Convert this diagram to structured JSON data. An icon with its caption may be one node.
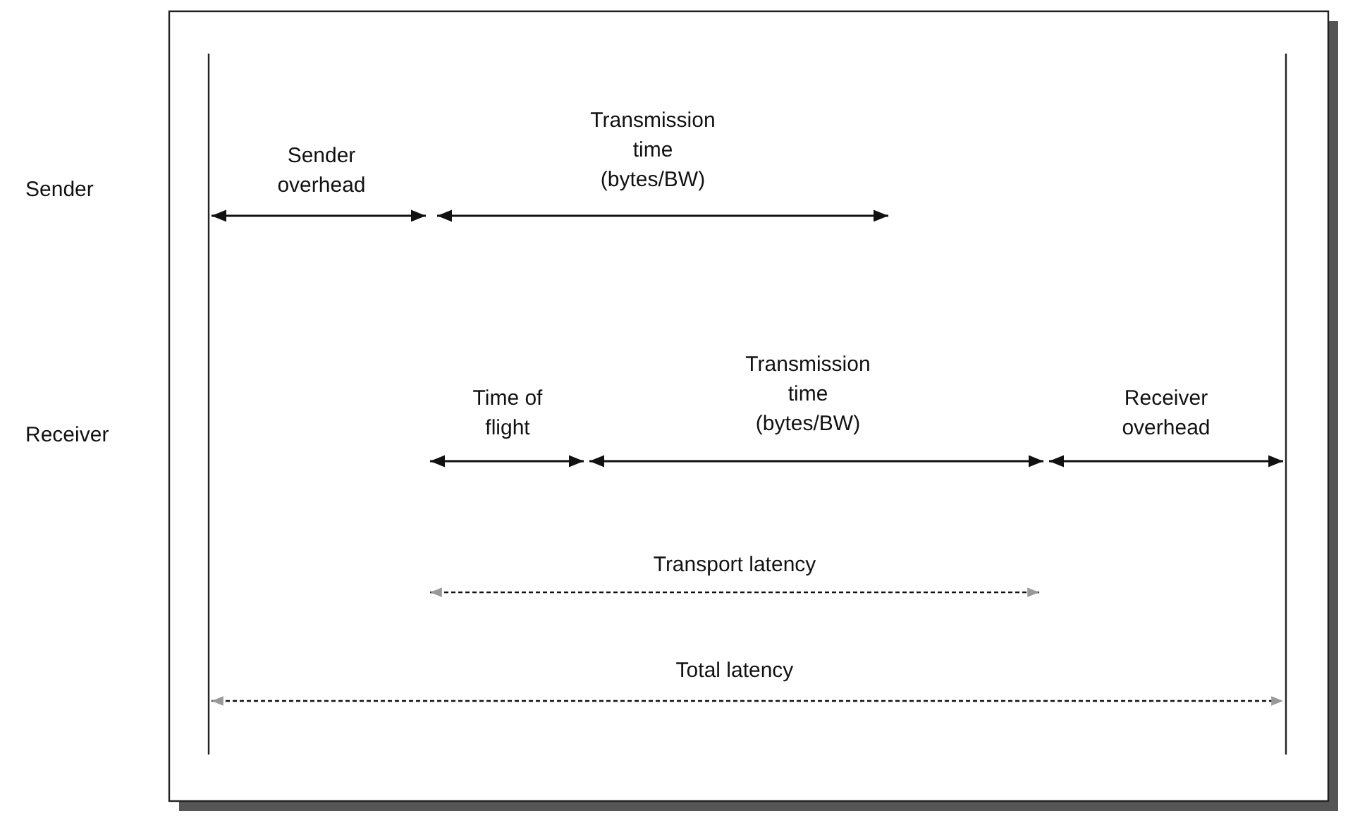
{
  "diagram": {
    "labels": [
      "Transmission time (bytes/BW)",
      "Sender overhead",
      "Sender",
      "Time of flight",
      "Transmission time (bytes/BW)",
      "Receiver overhead",
      "Receiver",
      "Transport latency",
      "Total latency"
    ]
  }
}
